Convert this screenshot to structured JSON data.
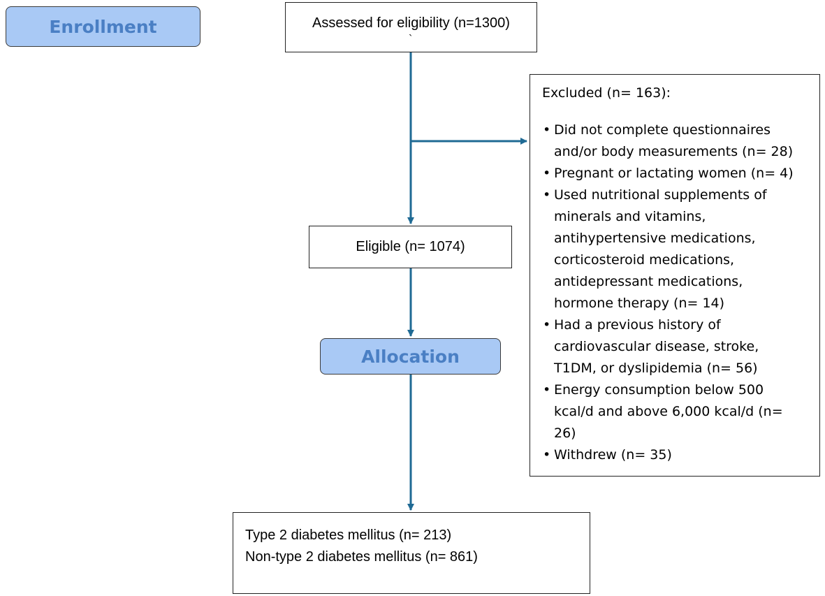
{
  "stages": {
    "enrollment": "Enrollment",
    "allocation": "Allocation"
  },
  "assessed": {
    "text": "Assessed for eligibility (n=1300)",
    "stray_mark": "`"
  },
  "eligible": {
    "text": "Eligible (n= 1074)"
  },
  "excluded": {
    "title": "Excluded (n= 163):",
    "bullet": "•",
    "items": [
      [
        "Did not complete questionnaires",
        "and/or body measurements (n= 28)"
      ],
      [
        "Pregnant or lactating women (n= 4)"
      ],
      [
        "Used nutritional supplements of",
        "minerals and vitamins,",
        "antihypertensive medications,",
        "corticosteroid medications,",
        "antidepressant medications,",
        "hormone therapy (n= 14)"
      ],
      [
        "Had a previous history of",
        "cardiovascular disease, stroke,",
        "T1DM, or dyslipidemia (n= 56)"
      ],
      [
        "Energy consumption below 500",
        "kcal/d and above 6,000 kcal/d (n=",
        "26)"
      ],
      [
        "Withdrew (n= 35)"
      ]
    ]
  },
  "result": {
    "line1": "Type 2 diabetes mellitus (n= 213)",
    "line2": "Non-type 2 diabetes mellitus (n= 861)"
  },
  "colors": {
    "arrow": "#1f6a94",
    "stage_fill": "#a9c9f5",
    "stage_text": "#4a7fc4"
  }
}
